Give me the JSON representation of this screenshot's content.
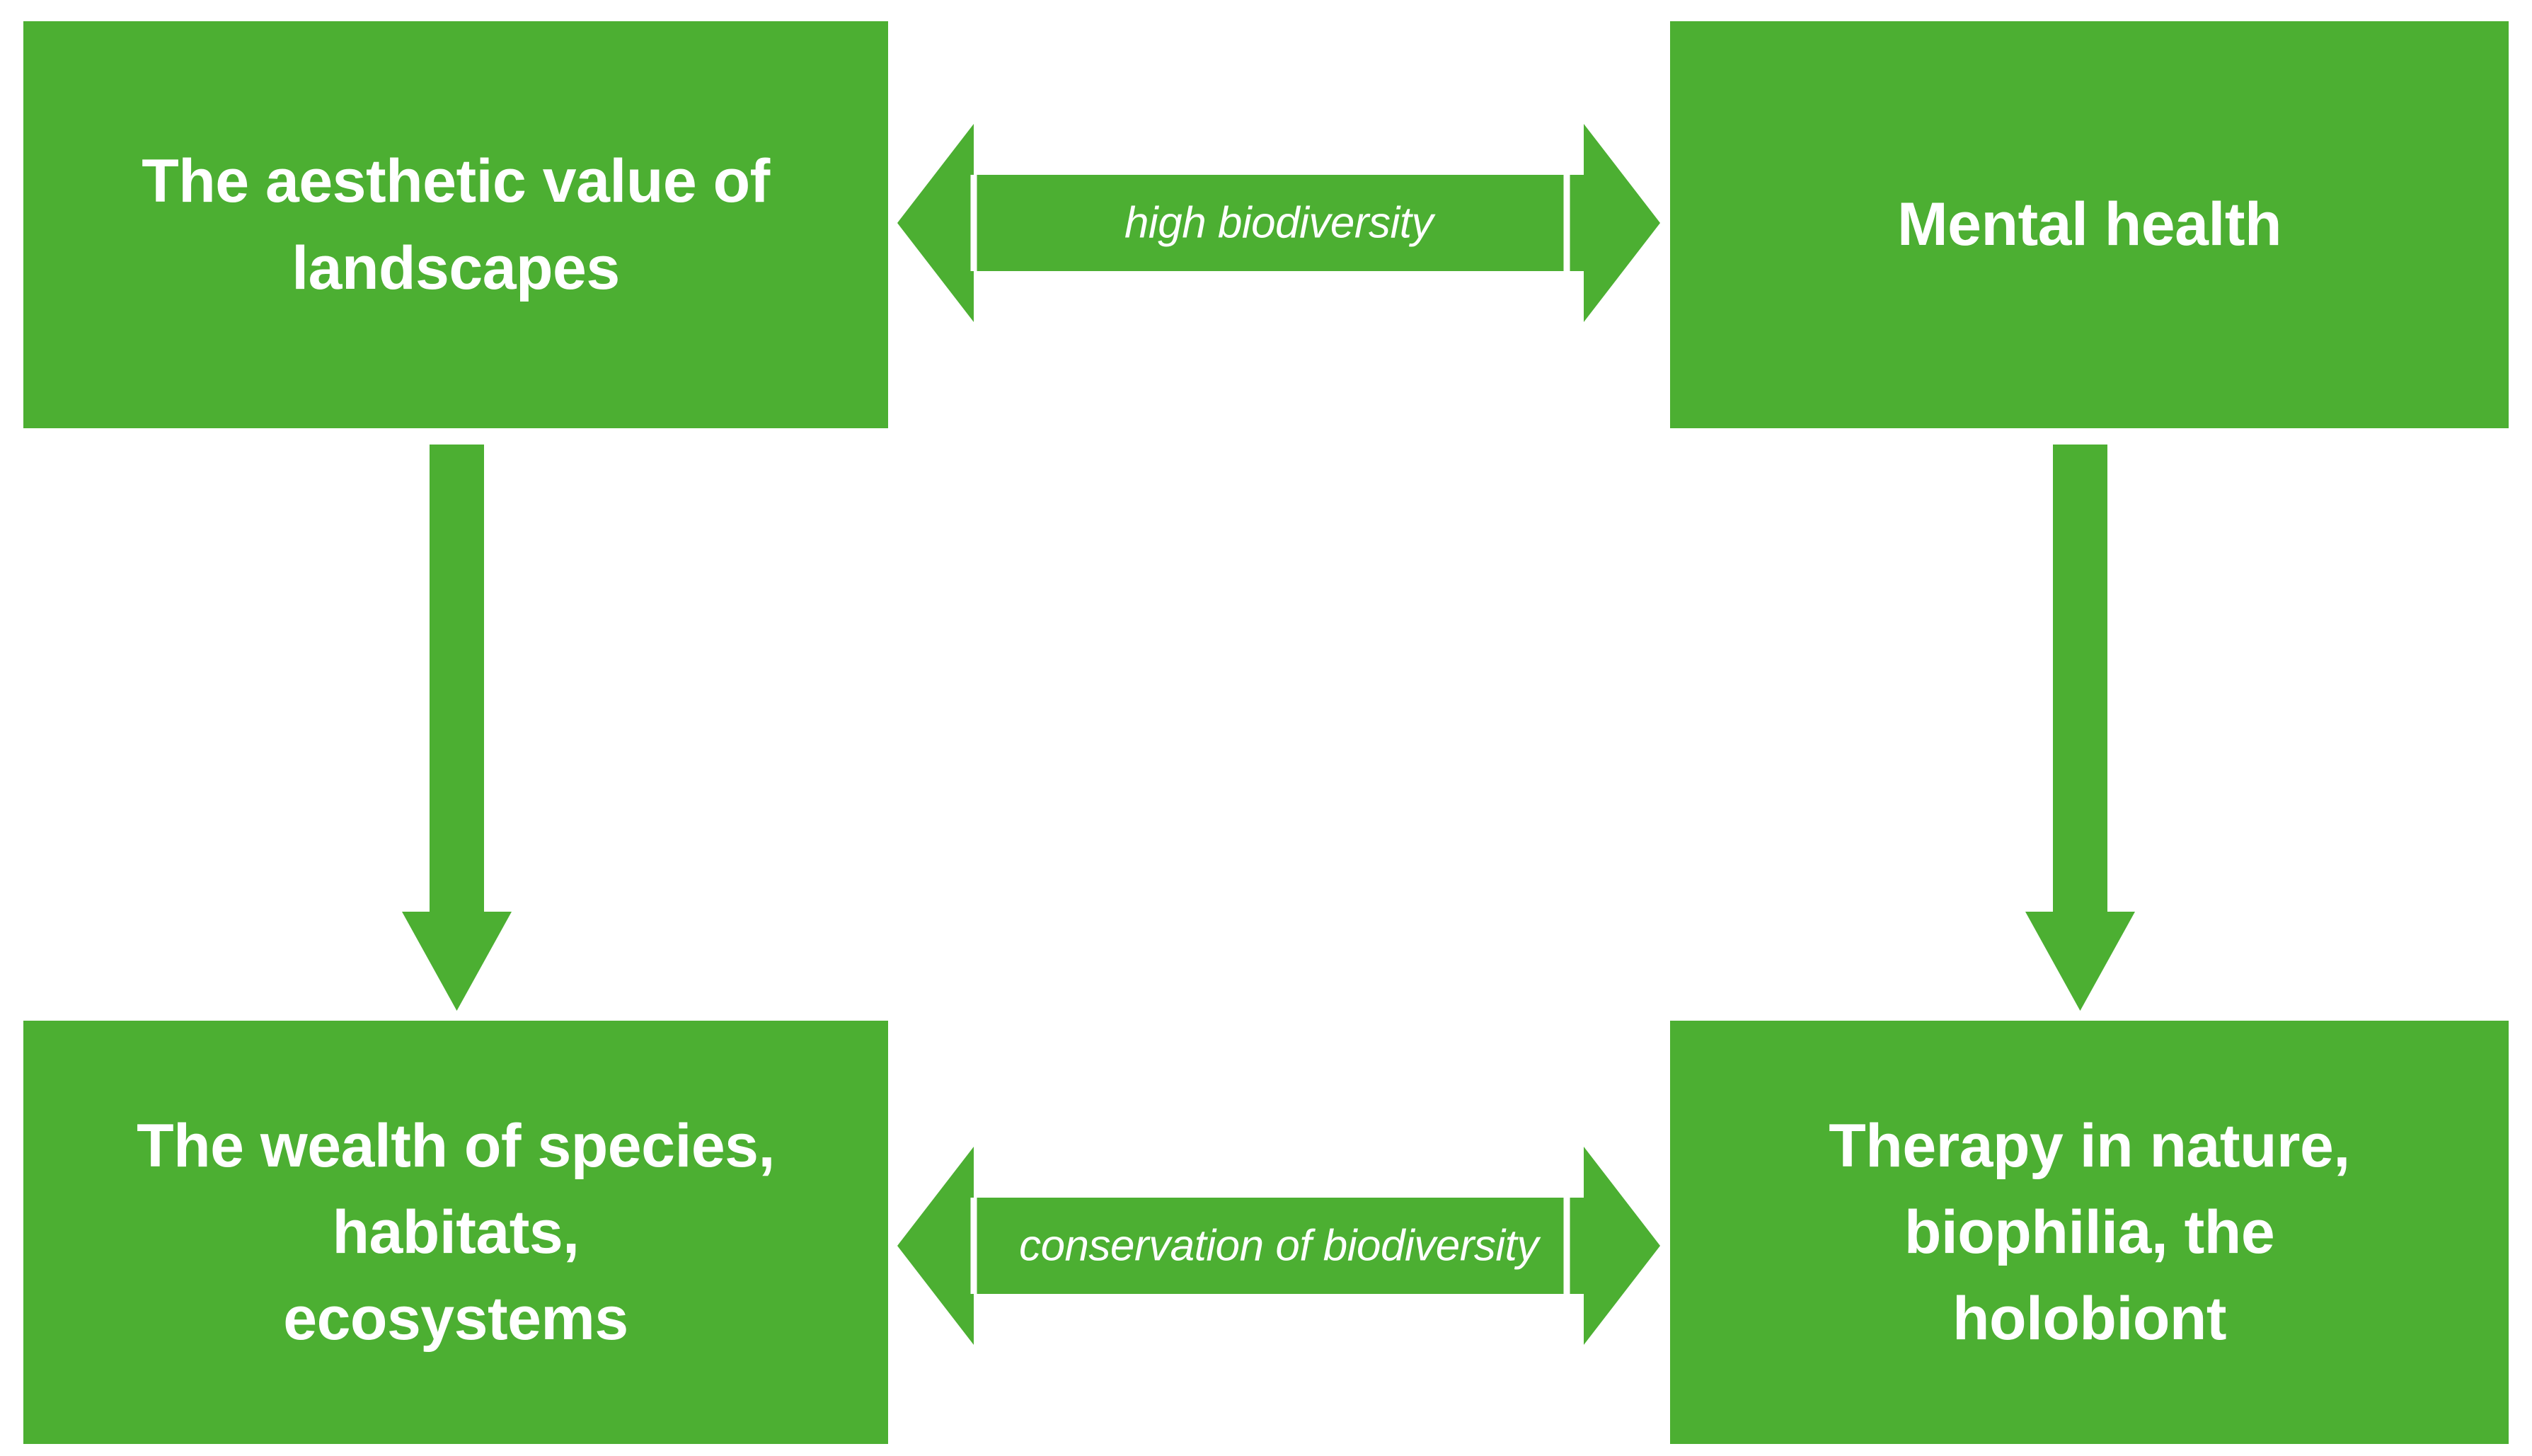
{
  "diagram": {
    "background_color": "#FFFFFF",
    "accent_color": "#4CAF32",
    "text_color": "#FFFFFF",
    "nodes": [
      {
        "id": "aesthetic-value",
        "label": "The aesthetic value of\nlandscapes",
        "position": "top-left"
      },
      {
        "id": "mental-health",
        "label": "Mental health",
        "position": "top-right"
      },
      {
        "id": "wealth-of-species",
        "label": "The wealth of species, habitats,\necosystems",
        "position": "bottom-left"
      },
      {
        "id": "therapy-in-nature",
        "label": "Therapy in nature, biophilia, the\nholobiont",
        "position": "bottom-right"
      }
    ],
    "connectors": [
      {
        "id": "top-horizontal",
        "label": "high biodiversity",
        "style": "double-headed-horizontal",
        "from": "aesthetic-value",
        "to": "mental-health"
      },
      {
        "id": "bottom-horizontal",
        "label": "conservation of biodiversity",
        "style": "double-headed-horizontal",
        "from": "wealth-of-species",
        "to": "therapy-in-nature"
      },
      {
        "id": "left-vertical",
        "label": "",
        "style": "single-headed-down",
        "from": "aesthetic-value",
        "to": "wealth-of-species"
      },
      {
        "id": "right-vertical",
        "label": "",
        "style": "single-headed-down",
        "from": "mental-health",
        "to": "therapy-in-nature"
      }
    ]
  }
}
